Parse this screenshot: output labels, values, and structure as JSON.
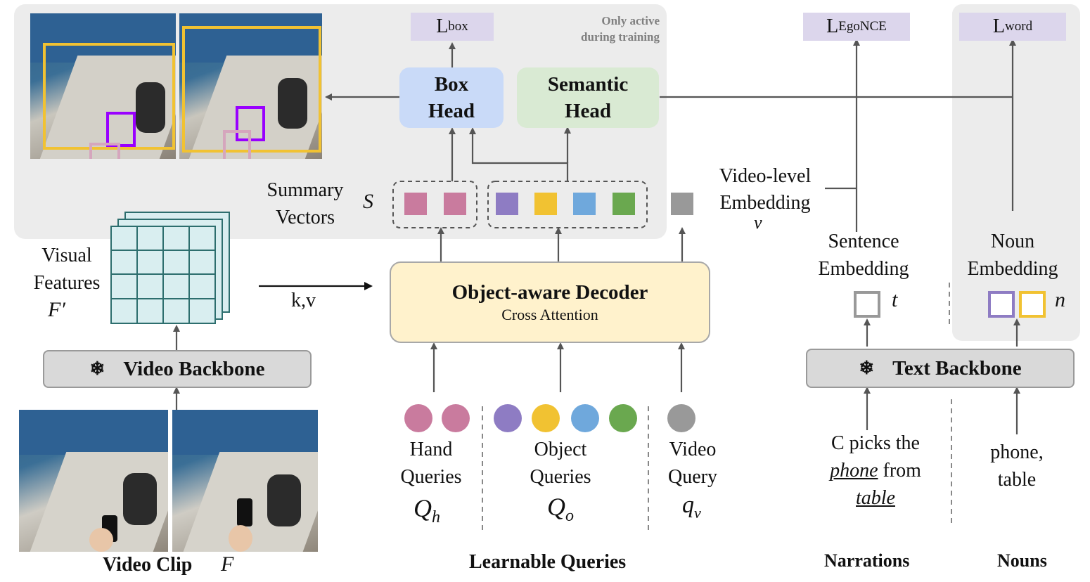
{
  "losses": {
    "box": {
      "main": "L",
      "sub": "box"
    },
    "egonce": {
      "main": "L",
      "sub": "EgoNCE"
    },
    "word": {
      "main": "L",
      "sub": "word"
    }
  },
  "note": {
    "line1": "Only active",
    "line2": "during training"
  },
  "heads": {
    "box": {
      "line1": "Box",
      "line2": "Head",
      "color": "#c9daf8"
    },
    "semantic": {
      "line1": "Semantic",
      "line2": "Head",
      "color": "#d9ead3"
    }
  },
  "summary": {
    "line1": "Summary",
    "line2": "Vectors",
    "symbol": "S"
  },
  "video_level": {
    "line1": "Video-level",
    "line2": "Embedding",
    "symbol": "v"
  },
  "sentence": {
    "line1": "Sentence",
    "line2": "Embedding",
    "symbol": "t"
  },
  "noun": {
    "line1": "Noun",
    "line2": "Embedding",
    "symbol": "n"
  },
  "visual": {
    "line1": "Visual",
    "line2": "Features",
    "symbol": "F′"
  },
  "kv": "k,v",
  "decoder": {
    "title": "Object-aware Decoder",
    "subtitle": "Cross Attention"
  },
  "video_backbone": {
    "icon": "snowflake-icon",
    "glyph": "❄",
    "label": "Video Backbone"
  },
  "text_backbone": {
    "icon": "snowflake-icon",
    "glyph": "❄",
    "label": "Text Backbone"
  },
  "queries": {
    "hand": {
      "line1": "Hand",
      "line2": "Queries",
      "symbol": "Q",
      "sub": "h"
    },
    "object": {
      "line1": "Object",
      "line2": "Queries",
      "symbol": "Q",
      "sub": "o"
    },
    "video": {
      "line1": "Video",
      "line2": "Query",
      "symbol": "q",
      "sub": "v"
    }
  },
  "narration": {
    "pre": "C picks the",
    "noun1": "phone",
    "mid": "from",
    "noun2": "table"
  },
  "nouns_text": {
    "line1": "phone,",
    "line2": "table"
  },
  "captions": {
    "video_clip": "Video Clip",
    "video_clip_symbol": "F",
    "learnable": "Learnable Queries",
    "narrations": "Narrations",
    "nouns": "Nouns"
  },
  "colors": {
    "hand": "#c97b9e",
    "obj_purple": "#8e7cc3",
    "obj_yellow": "#f1c232",
    "obj_blue": "#6fa8dc",
    "obj_green": "#6aa84f",
    "video": "#999999",
    "panel": "#ececec",
    "loss": "#dcd6ec",
    "grid": "#d9eef0",
    "grid_line": "#2d6e6e"
  }
}
